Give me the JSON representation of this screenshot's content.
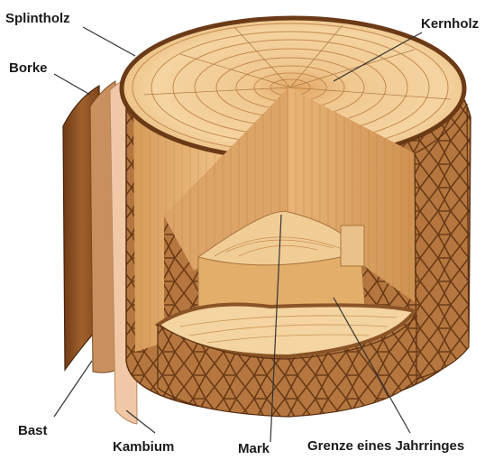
{
  "labels": {
    "splintholz": "Splintholz",
    "kernholz": "Kernholz",
    "borke": "Borke",
    "bast": "Bast",
    "kambium": "Kambium",
    "mark": "Mark",
    "grenze": "Grenze eines Jahrringes"
  },
  "colors": {
    "bark": "#8a4e22",
    "bark_dark": "#5a2f12",
    "wood_light": "#f2cf98",
    "wood_mid": "#e3ad6a",
    "wood_dark": "#c98a48",
    "cambium": "#f0c8a6",
    "leader": "#333333"
  }
}
